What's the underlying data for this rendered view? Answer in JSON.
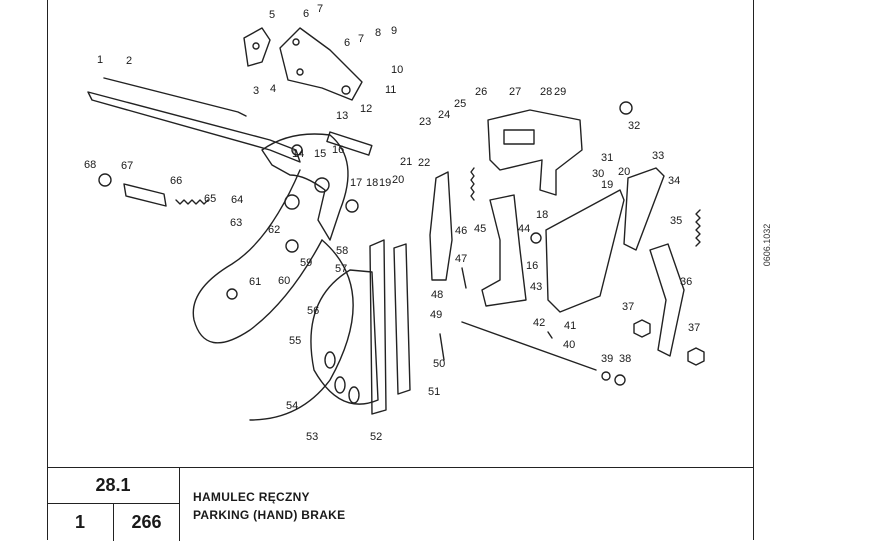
{
  "drawing": {
    "reference_code": "0606.1032",
    "callouts": [
      "1",
      "2",
      "3",
      "4",
      "5",
      "6",
      "7",
      "6",
      "7",
      "8",
      "9",
      "10",
      "11",
      "12",
      "13",
      "14",
      "15",
      "16",
      "17",
      "18",
      "19",
      "20",
      "21",
      "22",
      "23",
      "24",
      "25",
      "26",
      "27",
      "28",
      "29",
      "30",
      "31",
      "32",
      "19",
      "20",
      "33",
      "34",
      "35",
      "36",
      "37",
      "37",
      "38",
      "39",
      "40",
      "41",
      "42",
      "43",
      "44",
      "45",
      "46",
      "47",
      "48",
      "49",
      "50",
      "51",
      "52",
      "53",
      "54",
      "55",
      "56",
      "57",
      "58",
      "59",
      "60",
      "61",
      "62",
      "63",
      "64",
      "65",
      "66",
      "67",
      "68",
      "18",
      "16"
    ]
  },
  "title_block": {
    "section": "28.1",
    "group": "1",
    "page": "266",
    "title_pl": "HAMULEC RĘCZNY",
    "title_en": "PARKING (HAND) BRAKE"
  }
}
